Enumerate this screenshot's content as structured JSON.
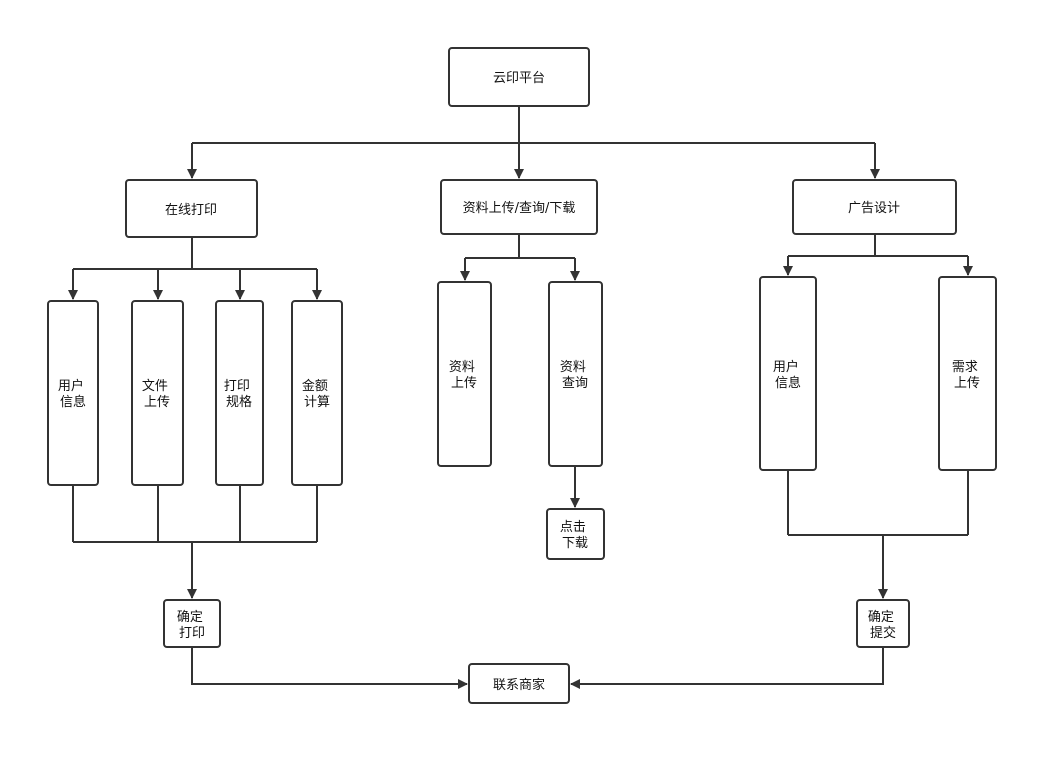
{
  "nodes": {
    "root": "云印平台",
    "online_print": "在线打印",
    "materials": "资料上传/查询/下载",
    "ad_design": "广告设计",
    "user_info_1": [
      "用户",
      "信息"
    ],
    "file_upload": [
      "文件",
      "上传"
    ],
    "print_spec": [
      "打印",
      "规格"
    ],
    "amount_calc": [
      "金额",
      "计算"
    ],
    "material_upload": [
      "资料",
      "上传"
    ],
    "material_query": [
      "资料",
      "查询"
    ],
    "click_download": [
      "点击",
      "下载"
    ],
    "user_info_2": [
      "用户",
      "信息"
    ],
    "demand_upload": [
      "需求",
      "上传"
    ],
    "confirm_print": [
      "确定",
      "打印"
    ],
    "confirm_submit": [
      "确定",
      "提交"
    ],
    "contact_merchant": "联系商家"
  },
  "style": {
    "stroke": "#333333",
    "fill": "#ffffff",
    "text": "#111111"
  }
}
